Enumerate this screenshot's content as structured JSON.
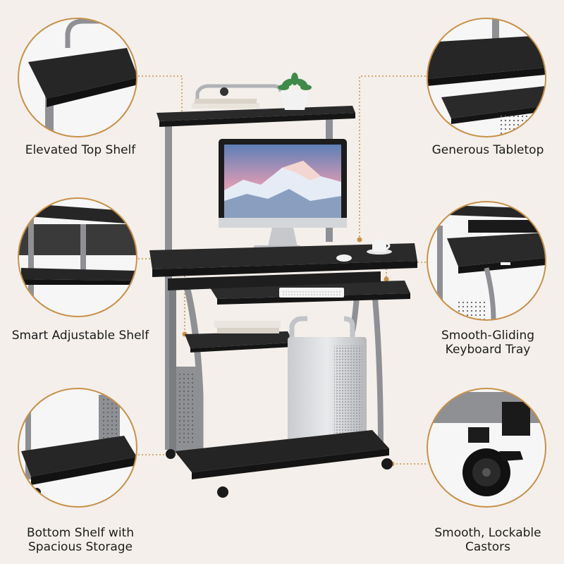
{
  "features": [
    {
      "id": "top-shelf",
      "lines": [
        "Elevated Top Shelf"
      ]
    },
    {
      "id": "tabletop",
      "lines": [
        "Generous Tabletop"
      ]
    },
    {
      "id": "adjustable-shelf",
      "lines": [
        "Smart Adjustable Shelf"
      ]
    },
    {
      "id": "keyboard-tray",
      "lines": [
        "Smooth-Gliding",
        "Keyboard Tray"
      ]
    },
    {
      "id": "bottom-shelf",
      "lines": [
        "Bottom Shelf with",
        "Spacious Storage"
      ]
    },
    {
      "id": "castors",
      "lines": [
        "Smooth, Lockable",
        "Castors"
      ]
    }
  ],
  "colors": {
    "background": "#f4efea",
    "desk_surface": "#1f1f1f",
    "frame_metal": "#8e9094",
    "callout_border": "#c8914a",
    "leader_line": "#c8914a"
  }
}
